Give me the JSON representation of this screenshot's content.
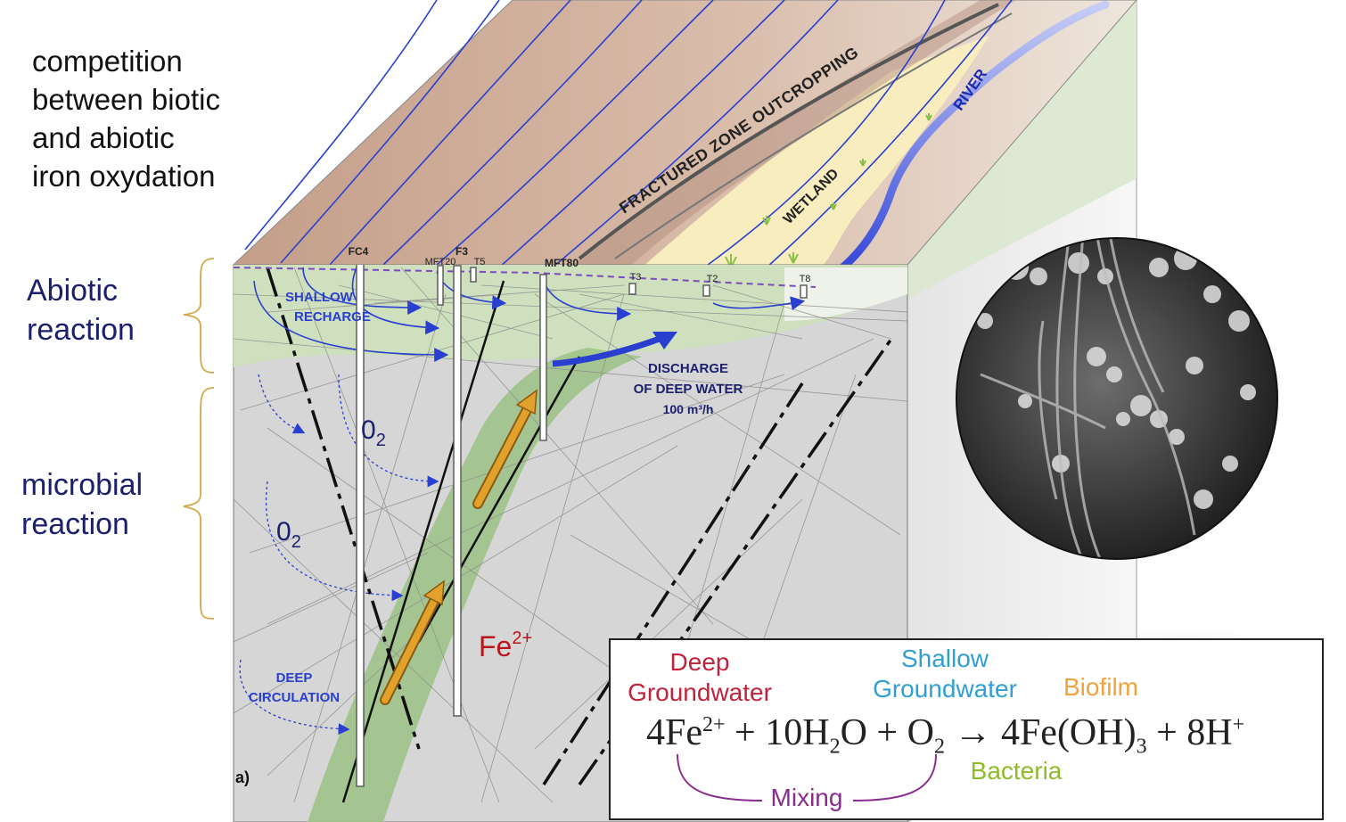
{
  "description_text": {
    "title_lines": [
      "competition",
      "between biotic",
      "and abiotic",
      "iron oxydation"
    ],
    "abiotic_lines": [
      "Abiotic",
      "reaction"
    ],
    "microbial_lines": [
      "microbial",
      "reaction"
    ]
  },
  "diagram_labels": {
    "fractured_zone": "FRACTURED ZONE OUTCROPPING",
    "wetland": "WETLAND",
    "river": "RIVER",
    "shallow_recharge_1": "SHALLOW",
    "shallow_recharge_2": "RECHARGE",
    "discharge_1": "DISCHARGE",
    "discharge_2": "OF DEEP WATER",
    "discharge_3": "100 m³/h",
    "deep_circ_1": "DEEP",
    "deep_circ_2": "CIRCULATION",
    "o2_upper": "0",
    "o2_upper_sub": "2",
    "o2_lower": "0",
    "o2_lower_sub": "2",
    "fe": "Fe",
    "fe_sup": "2+",
    "panel_label": "a)"
  },
  "wells": {
    "fc4": "FC4",
    "mft20": "MFT20",
    "f3": "F3",
    "t5": "T5",
    "mft80": "MFT80",
    "t3": "T3",
    "t2": "T2",
    "t8": "T8"
  },
  "equation": {
    "deep_line1": "Deep",
    "deep_line2": "Groundwater",
    "shallow_line1": "Shallow",
    "shallow_line2": "Groundwater",
    "biofilm": "Biofilm",
    "bacteria": "Bacteria",
    "mixing": "Mixing",
    "text_a": "4Fe",
    "sup_a": "2+",
    "text_b": " + 10H",
    "sub_b": "2",
    "text_c": "O + O",
    "sub_c": "2",
    "text_d": " → 4Fe(OH)",
    "sub_d": "3",
    "text_e": " + 8H",
    "sup_e": "+"
  },
  "colors": {
    "navy_text": "#1a1f6e",
    "arrow_blue": "#2a3fd0",
    "bracket": "#d4a84a",
    "fe_red": "#b8161c",
    "green_zone": "#a6c98f",
    "topsoil": "#c9a28e",
    "wetland": "#f7edbf"
  }
}
